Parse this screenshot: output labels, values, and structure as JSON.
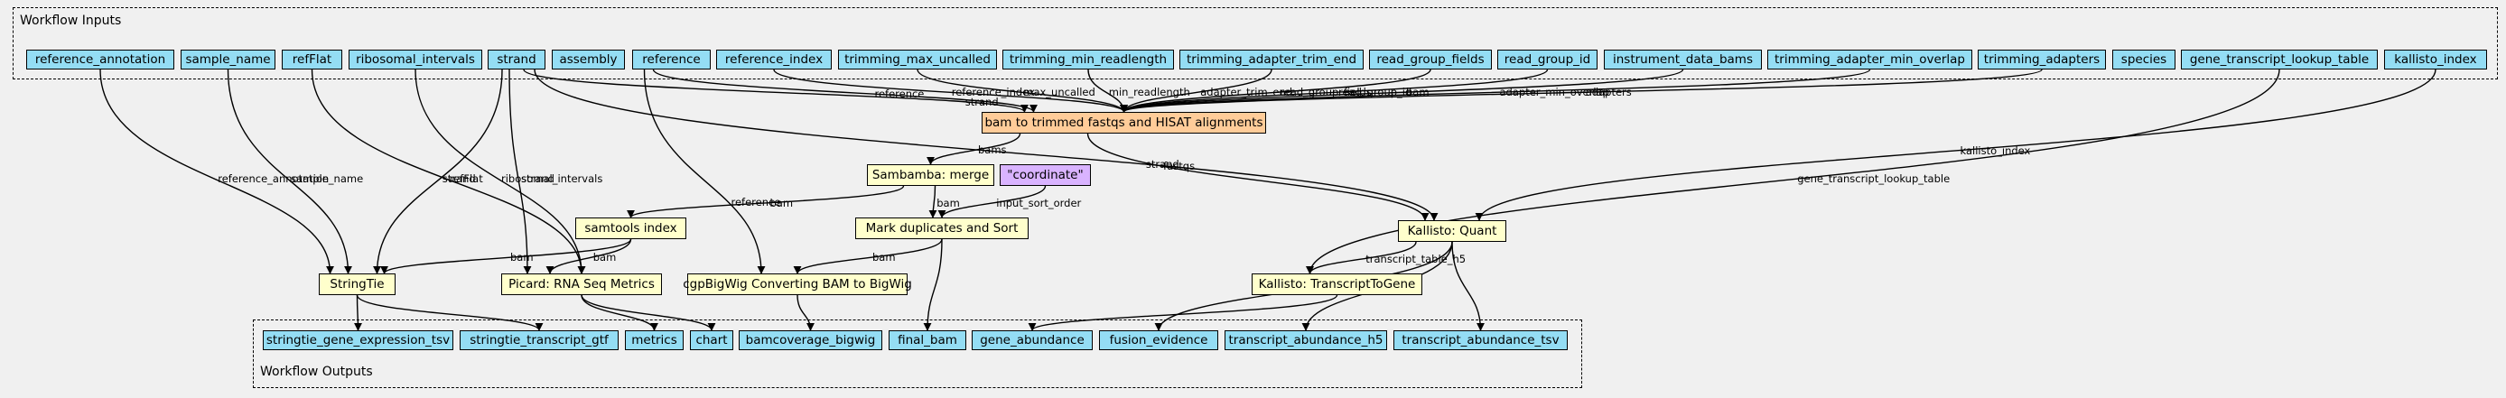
{
  "clusters": {
    "inputs_label": "Workflow Inputs",
    "outputs_label": "Workflow Outputs"
  },
  "nodes": {
    "in_reference_annotation": "reference_annotation",
    "in_sample_name": "sample_name",
    "in_refflat": "refFlat",
    "in_ribosomal_intervals": "ribosomal_intervals",
    "in_strand": "strand",
    "in_assembly": "assembly",
    "in_reference": "reference",
    "in_reference_index": "reference_index",
    "in_trimming_max_uncalled": "trimming_max_uncalled",
    "in_trimming_min_readlength": "trimming_min_readlength",
    "in_trimming_adapter_trim_end": "trimming_adapter_trim_end",
    "in_read_group_fields": "read_group_fields",
    "in_read_group_id": "read_group_id",
    "in_instrument_data_bams": "instrument_data_bams",
    "in_trimming_adapter_min_overlap": "trimming_adapter_min_overlap",
    "in_trimming_adapters": "trimming_adapters",
    "in_species": "species",
    "in_gene_transcript_lookup_table": "gene_transcript_lookup_table",
    "in_kallisto_index": "kallisto_index",
    "step_bam_to_fastq": "bam to trimmed fastqs and HISAT alignments",
    "step_sambamba": "Sambamba: merge",
    "const_coordinate": "\"coordinate\"",
    "step_samtools_index": "samtools index",
    "step_mark_duplicates": "Mark duplicates and Sort",
    "step_kallisto_quant": "Kallisto: Quant",
    "step_stringtie": "StringTie",
    "step_picard": "Picard: RNA Seq Metrics",
    "step_bigwig": "cgpBigWig Converting BAM to BigWig",
    "step_transcript_to_gene": "Kallisto: TranscriptToGene",
    "out_stringtie_gene_expression_tsv": "stringtie_gene_expression_tsv",
    "out_stringtie_transcript_gtf": "stringtie_transcript_gtf",
    "out_metrics": "metrics",
    "out_chart": "chart",
    "out_bamcoverage_bigwig": "bamcoverage_bigwig",
    "out_final_bam": "final_bam",
    "out_gene_abundance": "gene_abundance",
    "out_fusion_evidence": "fusion_evidence",
    "out_transcript_abundance_h5": "transcript_abundance_h5",
    "out_transcript_abundance_tsv": "transcript_abundance_tsv"
  },
  "edges": [
    {
      "from": "in_reference_annotation",
      "to": "step_stringtie",
      "label": "reference_annotation"
    },
    {
      "from": "in_sample_name",
      "to": "step_stringtie",
      "label": "sample_name"
    },
    {
      "from": "in_refflat",
      "to": "step_picard",
      "label": "refFlat"
    },
    {
      "from": "in_ribosomal_intervals",
      "to": "step_picard",
      "label": "ribosomal_intervals"
    },
    {
      "from": "in_strand",
      "to": "step_stringtie",
      "label": "strand"
    },
    {
      "from": "in_strand",
      "to": "step_picard",
      "label": "strand"
    },
    {
      "from": "in_strand",
      "to": "step_bam_to_fastq",
      "label": "strand"
    },
    {
      "from": "in_strand",
      "to": "step_kallisto_quant",
      "label": "strand"
    },
    {
      "from": "in_reference",
      "to": "step_bam_to_fastq",
      "label": "reference"
    },
    {
      "from": "in_reference",
      "to": "step_bigwig",
      "label": "reference"
    },
    {
      "from": "in_reference_index",
      "to": "step_bam_to_fastq",
      "label": "reference_index"
    },
    {
      "from": "in_trimming_max_uncalled",
      "to": "step_bam_to_fastq",
      "label": "max_uncalled"
    },
    {
      "from": "in_trimming_min_readlength",
      "to": "step_bam_to_fastq",
      "label": "min_readlength"
    },
    {
      "from": "in_trimming_adapter_trim_end",
      "to": "step_bam_to_fastq",
      "label": "adapter_trim_end"
    },
    {
      "from": "in_read_group_fields",
      "to": "step_bam_to_fastq",
      "label": "read_group_fields"
    },
    {
      "from": "in_read_group_id",
      "to": "step_bam_to_fastq",
      "label": "read_group_id"
    },
    {
      "from": "in_instrument_data_bams",
      "to": "step_bam_to_fastq",
      "label": "bam"
    },
    {
      "from": "in_trimming_adapter_min_overlap",
      "to": "step_bam_to_fastq",
      "label": "adapter_min_overlap"
    },
    {
      "from": "in_trimming_adapters",
      "to": "step_bam_to_fastq",
      "label": "adapters"
    },
    {
      "from": "in_gene_transcript_lookup_table",
      "to": "step_transcript_to_gene",
      "label": "gene_transcript_lookup_table"
    },
    {
      "from": "in_kallisto_index",
      "to": "step_kallisto_quant",
      "label": "kallisto_index"
    },
    {
      "from": "step_bam_to_fastq",
      "to": "step_sambamba",
      "label": "bams"
    },
    {
      "from": "step_bam_to_fastq",
      "to": "step_kallisto_quant",
      "label": "fastqs"
    },
    {
      "from": "step_sambamba",
      "to": "step_samtools_index",
      "label": "bam"
    },
    {
      "from": "step_sambamba",
      "to": "step_mark_duplicates",
      "label": "bam"
    },
    {
      "from": "const_coordinate",
      "to": "step_mark_duplicates",
      "label": "input_sort_order"
    },
    {
      "from": "step_samtools_index",
      "to": "step_stringtie",
      "label": "bam"
    },
    {
      "from": "step_samtools_index",
      "to": "step_picard",
      "label": "bam"
    },
    {
      "from": "step_mark_duplicates",
      "to": "step_bigwig",
      "label": "bam"
    },
    {
      "from": "step_mark_duplicates",
      "to": "out_final_bam",
      "label": ""
    },
    {
      "from": "step_kallisto_quant",
      "to": "step_transcript_to_gene",
      "label": "transcript_table_h5"
    },
    {
      "from": "step_kallisto_quant",
      "to": "out_fusion_evidence",
      "label": ""
    },
    {
      "from": "step_kallisto_quant",
      "to": "out_transcript_abundance_h5",
      "label": ""
    },
    {
      "from": "step_kallisto_quant",
      "to": "out_transcript_abundance_tsv",
      "label": ""
    },
    {
      "from": "step_stringtie",
      "to": "out_stringtie_gene_expression_tsv",
      "label": ""
    },
    {
      "from": "step_stringtie",
      "to": "out_stringtie_transcript_gtf",
      "label": ""
    },
    {
      "from": "step_picard",
      "to": "out_metrics",
      "label": ""
    },
    {
      "from": "step_picard",
      "to": "out_chart",
      "label": ""
    },
    {
      "from": "step_bigwig",
      "to": "out_bamcoverage_bigwig",
      "label": ""
    },
    {
      "from": "step_transcript_to_gene",
      "to": "out_gene_abundance",
      "label": ""
    }
  ]
}
